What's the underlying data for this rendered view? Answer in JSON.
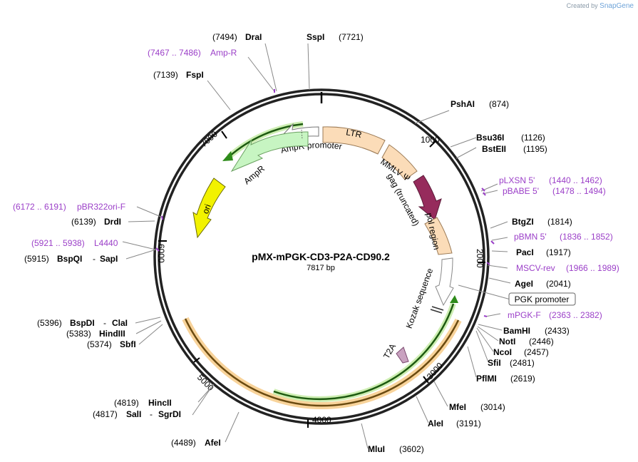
{
  "credit": {
    "prefix": "Created by",
    "brand": "SnapGene"
  },
  "plasmid": {
    "name": "pMX-mPGK-CD3-P2A-CD90.2",
    "size": "7817 bp"
  },
  "ticks": [
    {
      "label": "1000"
    },
    {
      "label": "2000"
    },
    {
      "label": "3000"
    },
    {
      "label": "4000"
    },
    {
      "label": "5000"
    },
    {
      "label": "6000"
    },
    {
      "label": "7000"
    }
  ],
  "features": {
    "ltr": "LTR",
    "mmlv": "MMLV Ψ",
    "gag": "gag (truncated)",
    "pol": "pol region",
    "kozak": "Kozak sequence",
    "t2a": "T2A",
    "ampr_promoter": "AmpR promoter",
    "ampr": "AmpR",
    "ori": "ori",
    "pgk_promoter": "PGK promoter"
  },
  "sites": [
    {
      "name": "DraI",
      "pos": "(7494)"
    },
    {
      "name": "SspI",
      "pos": "(7721)"
    },
    {
      "name": "FspI",
      "pos": "(7139)"
    },
    {
      "name": "PshAI",
      "pos": "(874)"
    },
    {
      "name": "Bsu36I",
      "pos": "(1126)"
    },
    {
      "name": "BstEII",
      "pos": "(1195)"
    },
    {
      "name": "BtgZI",
      "pos": "(1814)"
    },
    {
      "name": "PacI",
      "pos": "(1917)"
    },
    {
      "name": "AgeI",
      "pos": "(2041)"
    },
    {
      "name": "BamHI",
      "pos": "(2433)"
    },
    {
      "name": "NotI",
      "pos": "(2446)"
    },
    {
      "name": "NcoI",
      "pos": "(2457)"
    },
    {
      "name": "SfiI",
      "pos": "(2481)"
    },
    {
      "name": "PflMI",
      "pos": "(2619)"
    },
    {
      "name": "MfeI",
      "pos": "(3014)"
    },
    {
      "name": "AleI",
      "pos": "(3191)"
    },
    {
      "name": "MluI",
      "pos": "(3602)"
    },
    {
      "name": "AfeI",
      "pos": "(4489)"
    },
    {
      "name": "HincII",
      "pos": "(4819)"
    },
    {
      "name": "SalI",
      "pos": "(4817)",
      "extra": "SgrDI"
    },
    {
      "name": "BspDI",
      "pos": "(5396)",
      "extra": "ClaI"
    },
    {
      "name": "HindIII",
      "pos": "(5383)"
    },
    {
      "name": "SbfI",
      "pos": "(5374)"
    },
    {
      "name": "BspQI",
      "pos": "(5915)",
      "extra": "SapI"
    },
    {
      "name": "DrdI",
      "pos": "(6139)"
    }
  ],
  "primers": [
    {
      "name": "Amp-R",
      "pos": "(7467 .. 7486)"
    },
    {
      "name": "pLXSN 5'",
      "pos": "(1440 .. 1462)"
    },
    {
      "name": "pBABE 5'",
      "pos": "(1478 .. 1494)"
    },
    {
      "name": "pBMN 5'",
      "pos": "(1836 .. 1852)"
    },
    {
      "name": "MSCV-rev",
      "pos": "(1966 .. 1989)"
    },
    {
      "name": "mPGK-F",
      "pos": "(2363 .. 2382)"
    },
    {
      "name": "pBR322ori-F",
      "pos": "(6172 .. 6191)"
    },
    {
      "name": "L4440",
      "pos": "(5921 .. 5938)"
    }
  ]
}
